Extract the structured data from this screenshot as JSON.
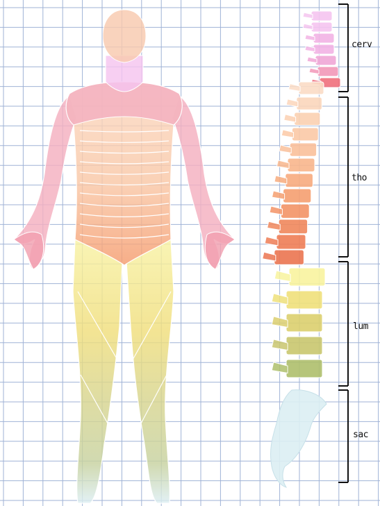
{
  "labels": {
    "cervical": "cerv",
    "thoracic": "tho",
    "lumbar": "lum",
    "sacral": "sac"
  },
  "colors": {
    "grid": "#9fb2d6",
    "cervical": [
      "#f5c4ef",
      "#f2b3e4",
      "#f0a6d6",
      "#f298b8",
      "#ef6f7c"
    ],
    "thoracic": [
      "#fbdcc5",
      "#fbd6bb",
      "#fbd0b1",
      "#fbc9a6",
      "#f9c09a",
      "#f8b68c",
      "#f7ab7e",
      "#f59f70",
      "#f39366",
      "#f0875c",
      "#ee7d55",
      "#eb7450"
    ],
    "lumbar": [
      "#f8f39e",
      "#efe07a",
      "#dccf6e",
      "#c9c66e",
      "#aebf6c"
    ],
    "sacral": "#dceef3",
    "brace": "#111111"
  },
  "dermatomes": {
    "head": "#f8c9ae",
    "neck": "#f5c4ef",
    "shoulders": "#f3aec0",
    "trunk_top": "#fbd9c2",
    "trunk_bottom": "#f59c6e",
    "arm": "#f4b0bf",
    "hand": "#f2a0b0",
    "thigh_lumbar": "#f8f2a4",
    "knee_lumbar": "#f0de7c",
    "shin_lumbar": "#d8d58e",
    "lower_leg": "#c7d2a0",
    "foot_sacral": "#dceef3"
  }
}
